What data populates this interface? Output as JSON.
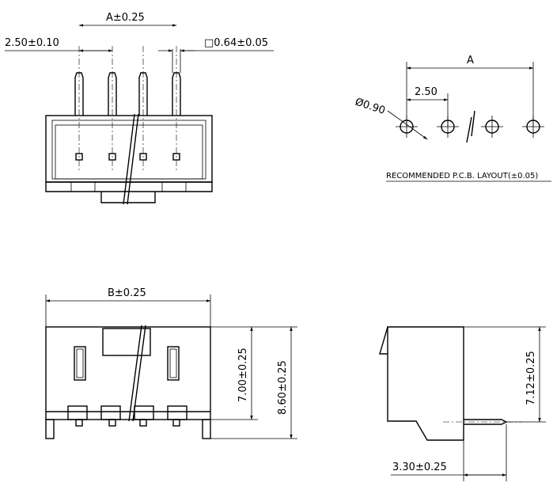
{
  "front_view": {
    "pitch_dim": "A±0.25",
    "pitch_tolerance_dim": "2.50±0.10",
    "pin_size_dim": "□0.64±0.05"
  },
  "pcb_layout": {
    "span_label": "A",
    "pitch_label": "2.50",
    "hole_diameter": "Ø0.90",
    "caption": "RECOMMENDED P.C.B. LAYOUT(±0.05)"
  },
  "top_view": {
    "width_dim": "B±0.25",
    "height_dim_1": "7.00±0.25",
    "height_dim_2": "8.60±0.25"
  },
  "side_view": {
    "height_dim": "7.12±0.25",
    "pin_offset_dim": "3.30±0.25"
  }
}
